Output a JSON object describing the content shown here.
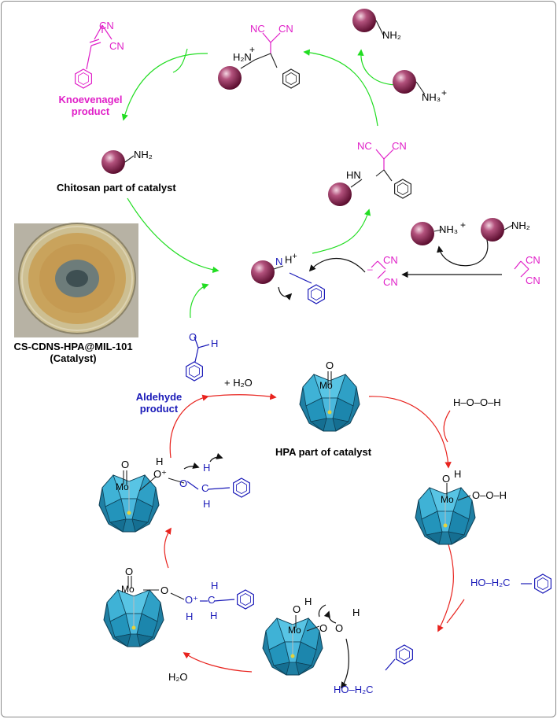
{
  "captions": {
    "knoevenagel": "Knoevenagel",
    "knoevenagel_2": "product",
    "chitosan": "Chitosan part of catalyst",
    "catalyst": "CS-CDNS-HPA@MIL-101",
    "catalyst_2": "(Catalyst)",
    "aldehyde": "Aldehyde",
    "aldehyde_2": "product",
    "hpa": "HPA  part of catalyst",
    "plus_h2o": "+   H₂O",
    "h2o_bottom": "H₂O"
  },
  "chem": {
    "cn": "CN",
    "nc": "NC",
    "nh2": "NH₂",
    "nh3": "NH₃",
    "plus": "+",
    "minus": "–",
    "hn": "HN",
    "h2n": "H₂N",
    "n": "N",
    "h": "H",
    "o": "O",
    "mo": "Mo",
    "hooh": "H–O–O–H",
    "ooh": "O–O–H",
    "ho_h2c": "HO–H₂C",
    "ho_h2c_2": "HO–H₂C",
    "c": "C",
    "oplus": "O⁺"
  },
  "colors": {
    "green_arrow": "#22dd22",
    "red_arrow": "#e8231e",
    "magenta": "#e020c8",
    "blue": "#1a1ab8",
    "sphere": "#8a1a4a",
    "polyhedra": "#2b8fb3"
  }
}
